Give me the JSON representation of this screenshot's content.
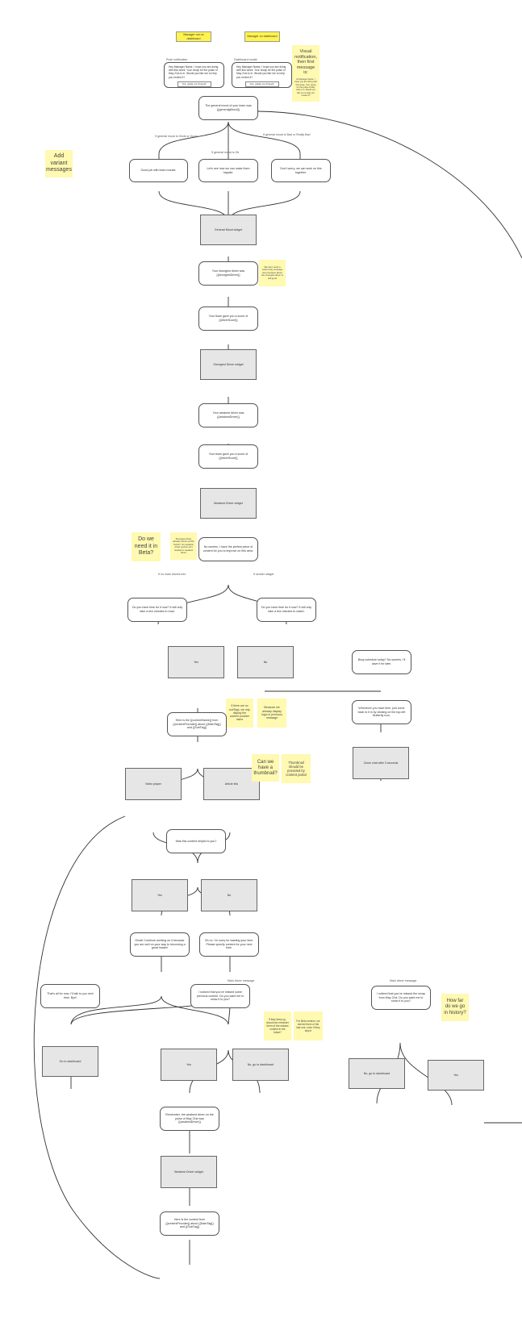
{
  "tags": {
    "t1": "Manager not on dashboard",
    "t2": "Manager on dashboard"
  },
  "labels": {
    "push": "Push notification",
    "dash": "Dashboard modal",
    "b_good": "If general mood is Great or Good",
    "b_ok": "If general mood is Ok",
    "b_bad": "If general mood is Bad or Really Bad",
    "b_drivers": "If no main drivers info",
    "b_widget": "If sender widget",
    "p_main": "Main driver message",
    "p_other": "Main driver message"
  },
  "cards": {
    "push": {
      "text": "Hey Manager Name, I hope you are doing well this week. Your recap for the pulse of May 21st is in. Would you like me to help you review it?",
      "btn": "Yes, guide me through"
    },
    "dash": {
      "text": "Hey Manager Name, I hope you are doing well this week. Your recap for the pulse of May 21st is in. Would you like me to help you review it?",
      "btn": "Yes, guide me through"
    }
  },
  "nodes": {
    "n_mood": "The general mood of your team was {{generalgMood}}",
    "n_good": "Good job with team morale.",
    "n_ok": "Let's see how we can make them happier.",
    "n_bad": "Don't worry, we can work on this together.",
    "n_general": "General Mood widget",
    "n_engaged": "Your strongest driver was {{strongestDriver}}",
    "n_topscore": "Your team gave you a score of {{driverScore}}",
    "n_strongest": "Strongest Driver widget",
    "n_weakest": "Your weakest driver was {{weakestDriver}}",
    "n_wscore": "Your team gave you a score of {{driverScore}}",
    "n_weakwidget": "Weakest Driver widget",
    "n_content": "No worries, I have the perfect piece of content for you to improve on this area.",
    "n_q1": "Do you have time for it now? It will only take a few minutes to read.",
    "n_q2": "Do you have time for it now? It will only take a few minutes to watch.",
    "n_yes": "Yes",
    "n_no": "No",
    "n_busy": "Busy schedule today? No worries, I'll save it for later.",
    "n_whenever": "Whenever you have time, just come back to it in by clicking on the top-left Butterfly icon.",
    "n_closechat": "Close chat after 3 seconds",
    "n_here": "Here is the {{contentName}} from {{contentProvider}} about {{MainTag}} and {{SubTag}}",
    "n_video": "Video player",
    "n_article": "Article link",
    "n_helpful": "Was this content helpful to you?",
    "n_yes2": "Yes",
    "n_no2": "No",
    "n_great": "Great! Continue working on it because you are well on your way to becoming a great leader!",
    "n_okay": "Oh no. I'm sorry for wasting your time. Please specify content for your next time.",
    "n_thats": "That's all for now, I'll talk to you next time. Bye!",
    "n_gotodash": "Go to dashboard",
    "n_noticed": "I noticed that you've missed some previous content. Do you want me to show it to you?",
    "n_yes3": "Yes",
    "n_nogo": "No, go to dashboard",
    "n_remember": "Remember, the weakest driver on the pulse of May 21st was {{weakestDriver}}",
    "n_weakwidget2": "Weakest Driver widget",
    "n_here2": "Here is the content from {{contentProvider}} about {{MainTag}} and {{SubTag}}",
    "n_noticed2": "I noticed that you've missed the recap from May 21st. Do you want me to show it to you?",
    "n_nogo2": "No, go to dashboard",
    "n_yes4": "Yes"
  },
  "stickies": {
    "visual": "Visual notification, then first message is:",
    "visual_sub": "Hi Manager Name, I hope you are doing well this week. Your recap for the pulse of May 21st is in. Would you like me to help you review it?",
    "variant": "Add variant messages",
    "nosend": "We don't send a welcoming message here because about the strongest driver is still good",
    "doweneed": "Do we need it in Beta?",
    "strongest_note": "Strongest driver already shown at this bottom. So weakest driver section isn't needed in weakest driver",
    "ifnosub": "If there are no subTags, we only display the content provider name",
    "because": "Because we already display logic in previous message",
    "canwe": "Can we have a thumbnail?",
    "thumb": "Thumbnail should be provided by content portal",
    "ifkeep": "If they keep up, should we reminder them of the missed content in the future?",
    "forbeta": "For Beta version, we remind them of the last one, even if they skip it",
    "howfar": "How far do we go in history?"
  }
}
